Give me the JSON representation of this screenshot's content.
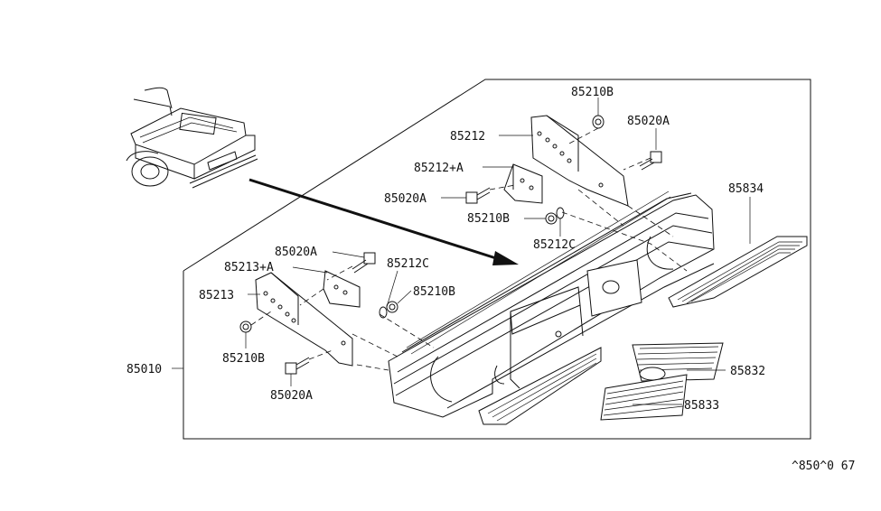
{
  "diagram": {
    "title_code": "^850^0 67",
    "assembly_label": "85010",
    "labels": {
      "upper_nut": "85210B",
      "upper_bolt": "85020A",
      "upper_bracket": "85212",
      "upper_sub_bracket": "85212+A",
      "upper_bolt_left": "85020A",
      "upper_nut_mid": "85210B",
      "upper_clip": "85212C",
      "step_pad": "85834",
      "lower_bolt_top": "85020A",
      "lower_sub_bracket": "85213+A",
      "lower_clip": "85212C",
      "lower_nut_right": "85210B",
      "lower_bracket": "85213",
      "lower_nut": "85210B",
      "lower_bolt": "85020A",
      "bumper_pad": "85832",
      "bumper_pad_lower": "85833"
    }
  }
}
